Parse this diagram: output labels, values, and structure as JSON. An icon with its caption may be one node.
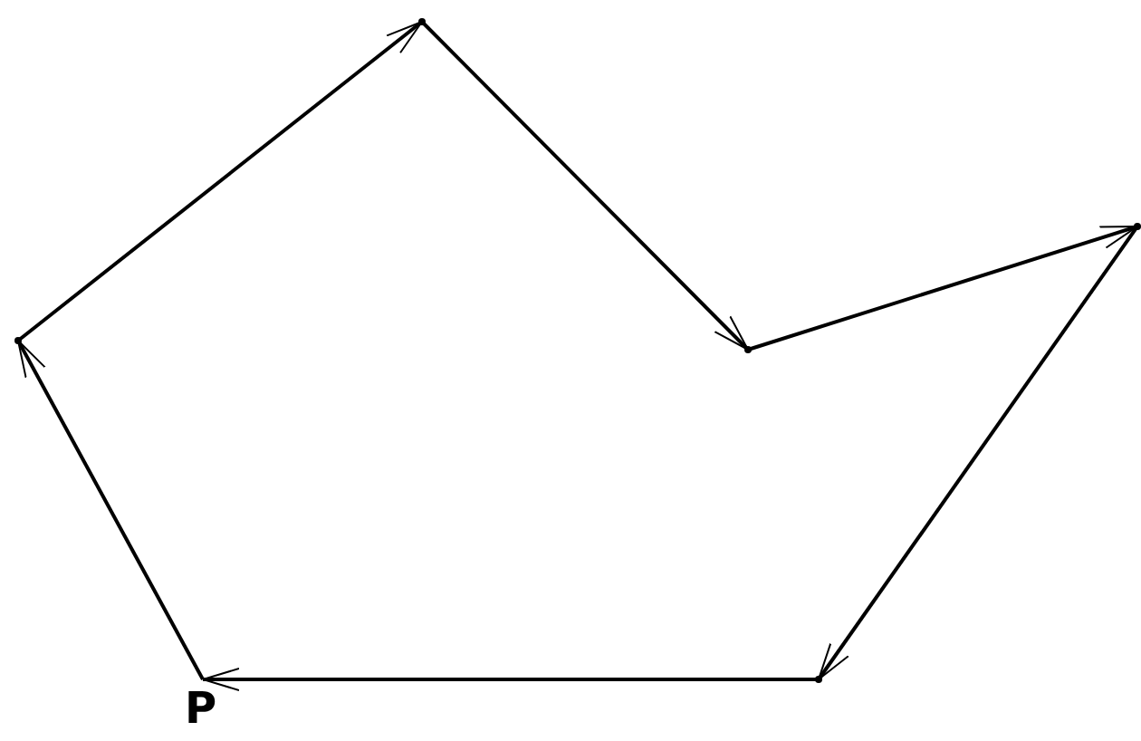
{
  "diagram": {
    "nodes": [
      {
        "text": [
          "P"
        ]
      },
      {
        "text": [],
        "shape": "point"
      },
      {
        "text": [],
        "shape": "point"
      },
      {
        "text": [],
        "shape": "point"
      },
      {
        "text": [],
        "shape": "point"
      },
      {
        "text": [],
        "shape": "point"
      }
    ],
    "edges": [
      {
        "from": 0,
        "to": 1,
        "arrow": "to"
      },
      {
        "from": 1,
        "to": 2,
        "arrow": "to"
      },
      {
        "from": 2,
        "to": 3,
        "arrow": "to"
      },
      {
        "from": 3,
        "to": 4,
        "arrow": "to"
      },
      {
        "from": 4,
        "to": 5,
        "arrow": "to"
      },
      {
        "from": 5,
        "to": 0,
        "arrow": "to"
      }
    ]
  }
}
